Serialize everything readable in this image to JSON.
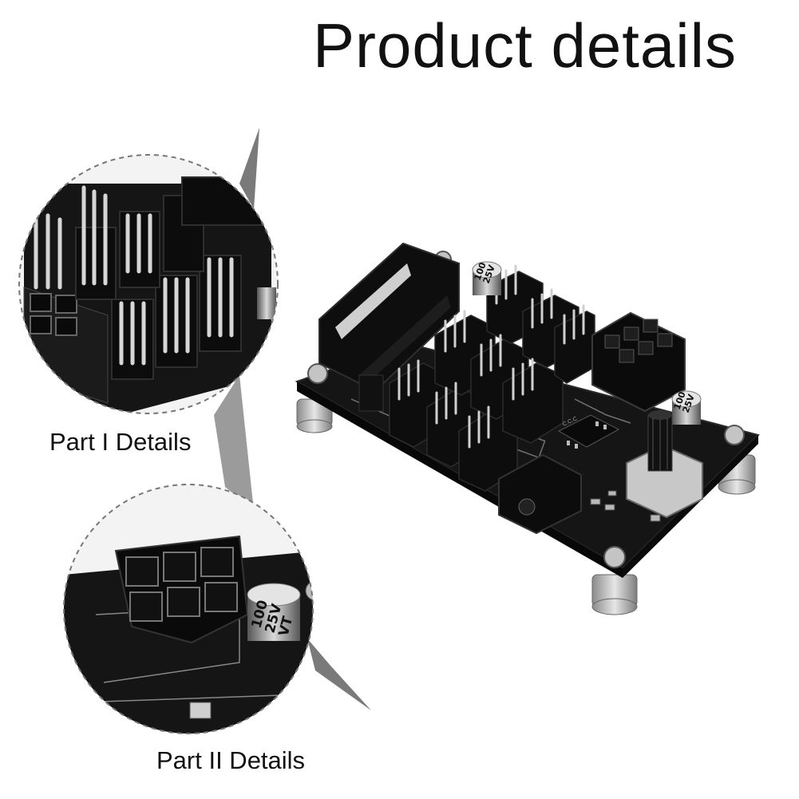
{
  "title": "Product details",
  "captions": {
    "part1": "Part I Details",
    "part2": "Part II Details"
  },
  "components": {
    "capacitor_label_lines": [
      "100",
      "25V",
      "VT"
    ],
    "chip_label": "C.C.C"
  },
  "colors": {
    "background": "#ffffff",
    "pcb": "#141414",
    "connector": "#0d0d0d",
    "pin": "#c9c9c9",
    "standoff": "#b8b8b8",
    "callout_fill": "#7a7a7a",
    "dashed_circle": "#777777"
  },
  "icons": [
    "magnifier-callout-icon",
    "fan-header-icon",
    "power-connector-icon",
    "capacitor-icon",
    "potentiometer-knob-icon",
    "dc-jack-icon"
  ]
}
